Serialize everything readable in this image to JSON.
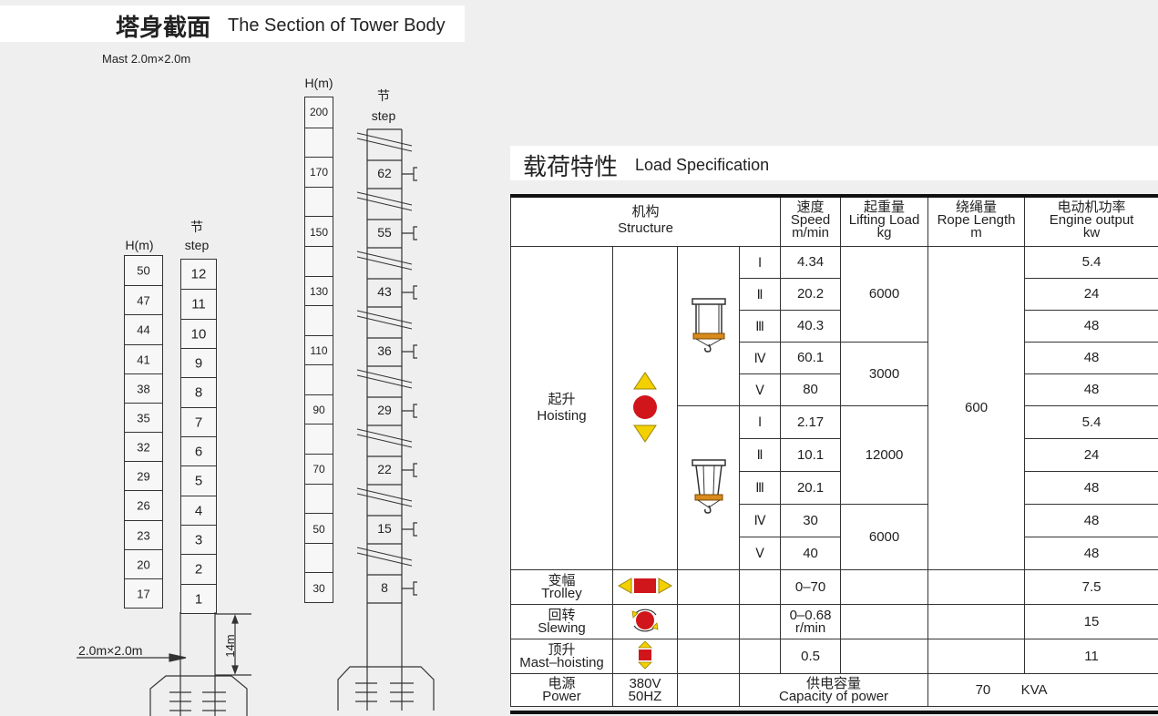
{
  "tower_section": {
    "title_cn": "塔身截面",
    "title_en": "The Section of Tower Body",
    "mast_size": "Mast 2.0m×2.0m",
    "short_tower": {
      "h_label": "H(m)",
      "step_label_cn": "节",
      "step_label_en": "step",
      "heights": [
        "50",
        "47",
        "44",
        "41",
        "38",
        "35",
        "32",
        "29",
        "26",
        "23",
        "20",
        "17"
      ],
      "steps": [
        "12",
        "11",
        "10",
        "9",
        "8",
        "7",
        "6",
        "5",
        "4",
        "3",
        "2",
        "1"
      ],
      "dim_label": "2.0m×2.0m",
      "base_height": "14m"
    },
    "tall_tower": {
      "h_label": "H(m)",
      "step_label_cn": "节",
      "step_label_en": "step",
      "heights": [
        "200",
        "",
        "170",
        "",
        "150",
        "",
        "130",
        "",
        "110",
        "",
        "90",
        "",
        "70",
        "",
        "50",
        "",
        "30"
      ],
      "steps": [
        "62",
        "55",
        "43",
        "36",
        "29",
        "22",
        "15",
        "8"
      ]
    }
  },
  "load_spec": {
    "title_cn": "载荷特性",
    "title_en": "Load Specification",
    "headers": {
      "structure_cn": "机构",
      "structure_en": "Structure",
      "speed_cn": "速度",
      "speed_en": "Speed",
      "speed_unit": "m/min",
      "load_cn": "起重量",
      "load_en": "Lifting Load",
      "load_unit": "kg",
      "rope_cn": "绕绳量",
      "rope_en": "Rope Length",
      "rope_unit": "m",
      "engine_cn": "电动机功率",
      "engine_en": "Engine output",
      "engine_unit": "kw"
    },
    "hoisting": {
      "label_cn": "起升",
      "label_en": "Hoisting",
      "rope_length": "600",
      "gear_a": [
        {
          "gear": "Ⅰ",
          "speed": "4.34",
          "power": "5.4"
        },
        {
          "gear": "Ⅱ",
          "speed": "20.2",
          "power": "24"
        },
        {
          "gear": "Ⅲ",
          "speed": "40.3",
          "power": "48"
        },
        {
          "gear": "Ⅳ",
          "speed": "60.1",
          "power": "48"
        },
        {
          "gear": "Ⅴ",
          "speed": "80",
          "power": "48"
        }
      ],
      "gear_a_loads": [
        "6000",
        "3000"
      ],
      "gear_b": [
        {
          "gear": "Ⅰ",
          "speed": "2.17",
          "power": "5.4"
        },
        {
          "gear": "Ⅱ",
          "speed": "10.1",
          "power": "24"
        },
        {
          "gear": "Ⅲ",
          "speed": "20.1",
          "power": "48"
        },
        {
          "gear": "Ⅳ",
          "speed": "30",
          "power": "48"
        },
        {
          "gear": "Ⅴ",
          "speed": "40",
          "power": "48"
        }
      ],
      "gear_b_loads": [
        "12000",
        "6000"
      ]
    },
    "trolley": {
      "label_cn": "变幅",
      "label_en": "Trolley",
      "speed": "0–70",
      "power": "7.5"
    },
    "slewing": {
      "label_cn": "回转",
      "label_en": "Slewing",
      "speed": "0–0.68",
      "speed_unit": "r/min",
      "power": "15"
    },
    "mast_hoisting": {
      "label_cn": "顶升",
      "label_en": "Mast–hoisting",
      "speed": "0.5",
      "power": "11"
    },
    "power": {
      "label_cn": "电源",
      "label_en": "Power",
      "voltage": "380V",
      "frequency": "50HZ",
      "capacity_cn": "供电容量",
      "capacity_en": "Capacity of power",
      "capacity_value": "70",
      "capacity_unit": "KVA"
    }
  },
  "colors": {
    "accent_red": "#d0161b",
    "accent_yellow": "#f3d000",
    "hook_orange": "#d88a1c"
  }
}
